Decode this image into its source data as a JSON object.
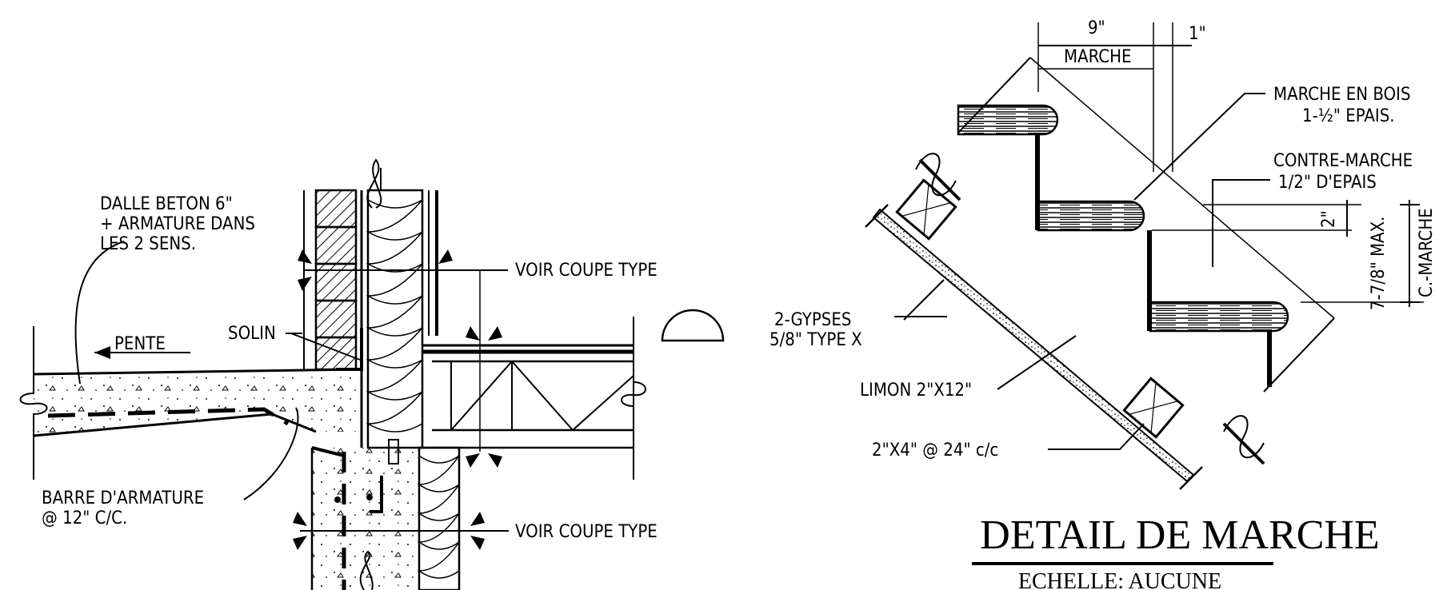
{
  "left_detail": {
    "slab_note": [
      "DALLE BETON 6\"",
      "+ ARMATURE DANS",
      "LES 2 SENS."
    ],
    "slope_label": "PENTE",
    "flashing_label": "SOLIN",
    "rebar_note": [
      "BARRE D'ARMATURE",
      "@ 12\" C/C."
    ],
    "section_ref_top": "VOIR COUPE TYPE",
    "section_ref_bottom": "VOIR COUPE TYPE"
  },
  "right_detail": {
    "dim_tread": "9\"",
    "dim_nosing": "1\"",
    "tread_label": "MARCHE",
    "tread_note": [
      "MARCHE EN BOIS",
      "1-½\" EPAIS."
    ],
    "riser_note": [
      "CONTRE-MARCHE",
      "1/2\"  D'EPAIS"
    ],
    "dim_tread_thickness": "2\"",
    "dim_riser_max": "7-7/8\" MAX.",
    "dim_riser_label": "C.-MARCHE",
    "gypsum_note": [
      "2-GYPSES",
      "5/8\" TYPE X"
    ],
    "stringer_note": "LIMON 2\"X12\"",
    "stud_note": "2\"X4\"   @ 24\" c/c",
    "title": "DETAIL DE MARCHE",
    "scale": "ECHELLE: AUCUNE"
  }
}
